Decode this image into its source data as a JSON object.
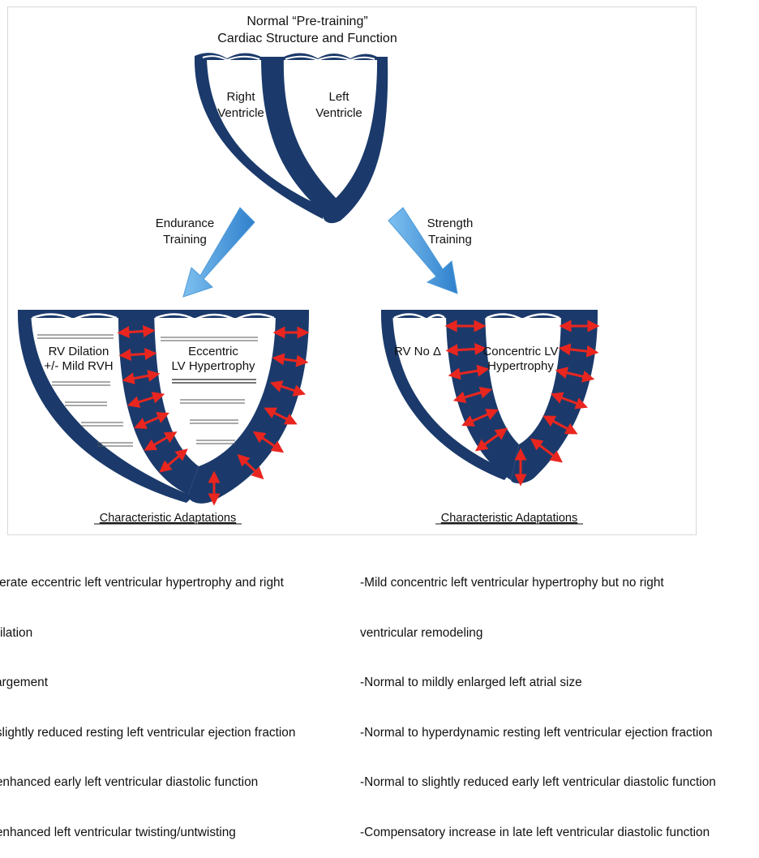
{
  "title": {
    "line1": "Normal “Pre-training”",
    "line2": "Cardiac Structure and Function"
  },
  "normal_heart": {
    "rv": {
      "line1": "Right",
      "line2": "Ventricle"
    },
    "lv": {
      "line1": "Left",
      "line2": "Ventricle"
    }
  },
  "endurance": {
    "line1": "Endurance",
    "line2": "Training"
  },
  "strength": {
    "line1": "Strength",
    "line2": "Training"
  },
  "endurance_heart": {
    "rv": {
      "line1": "RV Dilation",
      "line2": "+/- Mild RVH"
    },
    "lv": {
      "line1": "Eccentric",
      "line2": "LV Hypertrophy"
    }
  },
  "strength_heart": {
    "rv": "RV No Δ",
    "lv": {
      "line1": "Concentric LV",
      "line2": "Hypertrophy"
    }
  },
  "caption_left": "Characteristic Adaptations",
  "caption_right": "Characteristic Adaptations",
  "colors": {
    "wall": "#1b3a6b",
    "wall_dark": "#162f5a",
    "arrow_blue": "#3c8fd6",
    "red_arrow": "#e8261f"
  },
  "left_list": [
    "oderate eccentric left ventricular hypertrophy and right",
    "r dilation",
    "nlargement",
    "o slightly reduced resting left ventricular ejection fraction",
    "o enhanced early left ventricular diastolic function",
    "o enhanced left ventricular twisting/untwisting"
  ],
  "right_list": [
    "-Mild concentric left ventricular hypertrophy but no right",
    "ventricular remodeling",
    "-Normal to mildly enlarged left atrial size",
    "-Normal to hyperdynamic resting left ventricular ejection fraction",
    "-Normal to slightly reduced early left ventricular diastolic function",
    "-Compensatory increase in late left ventricular diastolic function"
  ]
}
